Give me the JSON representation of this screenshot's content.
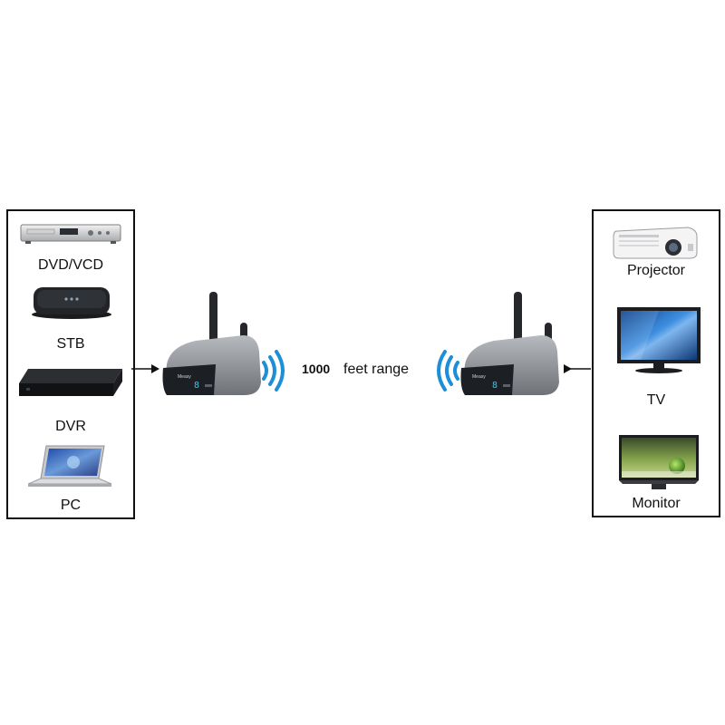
{
  "sources": [
    "DVD/VCD",
    "STB",
    "DVR",
    "PC"
  ],
  "displays": [
    "Projector",
    "TV",
    "Monitor"
  ],
  "range": {
    "value": "1000",
    "unit": "feet range"
  },
  "colors": {
    "signal": "#1e8fd6",
    "device_body": "#8c8f94",
    "device_face": "#1c1f24",
    "led": "#39c6e8"
  },
  "icons": {
    "dvd": "dvd-player-icon",
    "stb": "set-top-box-icon",
    "dvr": "dvr-box-icon",
    "pc": "laptop-icon",
    "projector": "projector-icon",
    "tv": "tv-icon",
    "monitor": "monitor-icon",
    "transmitter": "av-transmitter-icon",
    "receiver": "av-receiver-icon"
  }
}
